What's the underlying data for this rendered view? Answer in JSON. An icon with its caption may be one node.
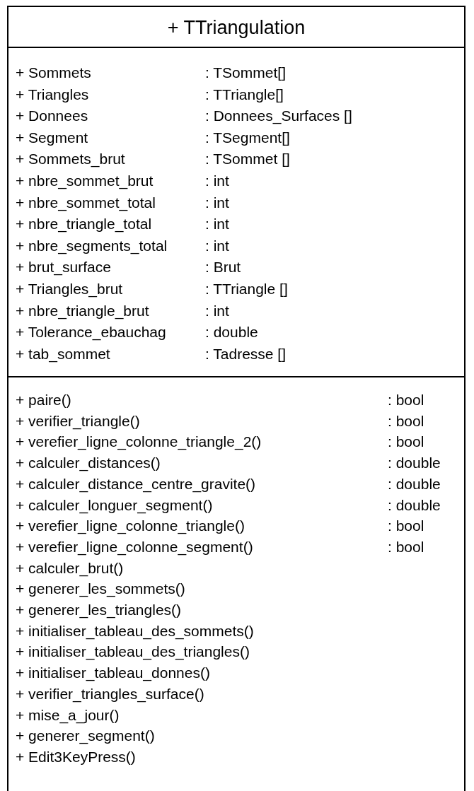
{
  "diagram": {
    "nodes": [
      {
        "text": [
          "+ TTriangulation"
        ]
      },
      {
        "text": [],
        "shape": "box",
        "in": 0
      },
      {
        "text": [
          "+ Sommets",
          ": TSommet[]"
        ],
        "in": 1
      },
      {
        "text": [
          "+ Triangles",
          ": TTriangle[]"
        ],
        "in": 1
      },
      {
        "text": [
          "+ Donnees",
          ": Donnees_Surfaces []"
        ],
        "in": 1
      },
      {
        "text": [
          "+ Segment",
          ": TSegment[]"
        ],
        "in": 1
      },
      {
        "text": [
          "+ Sommets_brut",
          ": TSommet []"
        ],
        "in": 1
      },
      {
        "text": [
          "+ nbre_sommet_brut",
          ": int"
        ],
        "in": 1
      },
      {
        "text": [
          "+ nbre_sommet_total",
          ": int"
        ],
        "in": 1
      },
      {
        "text": [
          "+ nbre_triangle_total",
          ": int"
        ],
        "in": 1
      },
      {
        "text": [
          "+ nbre_segments_total",
          ": int"
        ],
        "in": 1
      },
      {
        "text": [
          "+ brut_surface",
          ": Brut"
        ],
        "in": 1
      },
      {
        "text": [
          "+ Triangles_brut",
          ": TTriangle []"
        ],
        "in": 1
      },
      {
        "text": [
          "+ nbre_triangle_brut",
          ": int"
        ],
        "in": 1
      },
      {
        "text": [
          "+ Tolerance_ebauchag",
          ": double"
        ],
        "in": 1
      },
      {
        "text": [
          "+ tab_sommet",
          ": Tadresse []"
        ],
        "in": 1
      },
      {
        "text": [],
        "shape": "box",
        "in": 0
      },
      {
        "text": [
          "+ paire()",
          ": bool"
        ],
        "in": 16
      },
      {
        "text": [
          "+ verifier_triangle()",
          ": bool"
        ],
        "in": 16
      },
      {
        "text": [
          "+ verefier_ligne_colonne_triangle_2()",
          ": bool"
        ],
        "in": 16
      },
      {
        "text": [
          "+ calculer_distances()",
          ": double"
        ],
        "in": 16
      },
      {
        "text": [
          "+ calculer_distance_centre_gravite()",
          ": double"
        ],
        "in": 16
      },
      {
        "text": [
          "+ calculer_longuer_segment()",
          ": double"
        ],
        "in": 16
      },
      {
        "text": [
          "+ verefier_ligne_colonne_triangle()",
          ": bool"
        ],
        "in": 16
      },
      {
        "text": [
          "+ verefier_ligne_colonne_segment()",
          ": bool"
        ],
        "in": 16
      },
      {
        "text": [
          "+ calculer_brut()"
        ],
        "in": 16
      },
      {
        "text": [
          "+ generer_les_sommets()"
        ],
        "in": 16
      },
      {
        "text": [
          "+ generer_les_triangles()"
        ],
        "in": 16
      },
      {
        "text": [
          "+ initialiser_tableau_des_sommets()"
        ],
        "in": 16
      },
      {
        "text": [
          "+ initialiser_tableau_des_triangles()"
        ],
        "in": 16
      },
      {
        "text": [
          "+ initialiser_tableau_donnes()"
        ],
        "in": 16
      },
      {
        "text": [
          "+ verifier_triangles_surface()"
        ],
        "in": 16
      },
      {
        "text": [
          "+ mise_a_jour()"
        ],
        "in": 16
      },
      {
        "text": [
          "+ generer_segment()"
        ],
        "in": 16
      },
      {
        "text": [
          "+ Edit3KeyPress()"
        ],
        "in": 16
      }
    ]
  }
}
